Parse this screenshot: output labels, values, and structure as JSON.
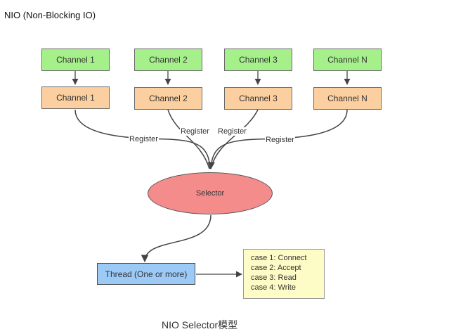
{
  "title": "NIO (Non-Blocking IO)",
  "channels_top": [
    "Channel 1",
    "Channel 2",
    "Channel 3",
    "Channel N"
  ],
  "channels_bottom": [
    "Channel 1",
    "Channel 2",
    "Channel 3",
    "Channel N"
  ],
  "register_labels": [
    "Register",
    "Register",
    "Register",
    "Register"
  ],
  "selector_label": "Selector",
  "thread_label": "Thread (One or more)",
  "cases": [
    "case 1:  Connect",
    "case 2:  Accept",
    "case 3:  Read",
    "case 4:  Write"
  ],
  "caption": "NIO Selector模型",
  "colors": {
    "channel_top_fill": "#a6f08b",
    "channel_bottom_fill": "#fbcf9f",
    "selector_fill": "#f58c8c",
    "thread_fill": "#9ccaf7",
    "cases_fill": "#fdfcc6"
  }
}
